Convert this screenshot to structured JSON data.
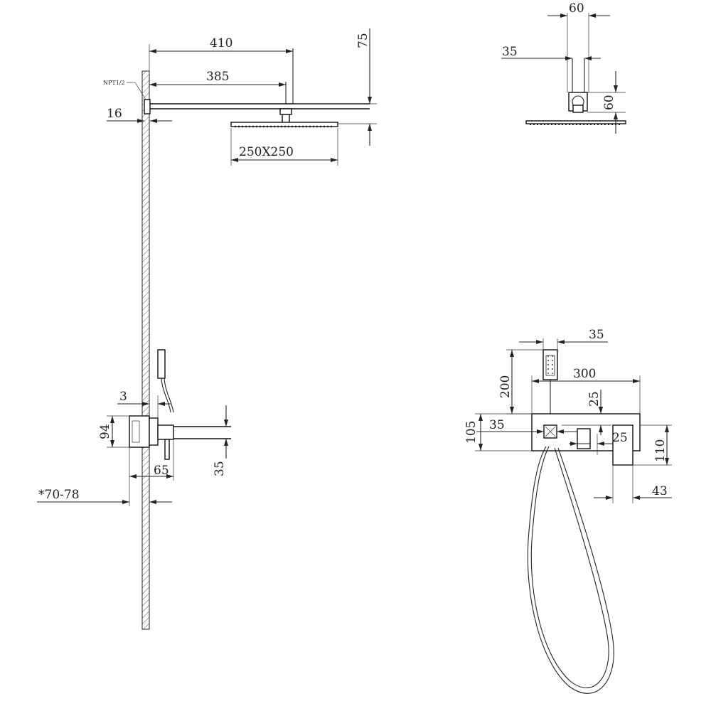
{
  "labels": {
    "arm_length": "410",
    "arm_length_inner": "385",
    "height_top": "75",
    "wall_offset": "16",
    "thread": "NPT1/2",
    "head_size": "250X250",
    "side_width": "60",
    "side_pipe": "35",
    "side_height": "60",
    "wall_gap": "3",
    "valve_height": "94",
    "valve_depth": "65",
    "spout_height": "35",
    "install_depth": "*70-78",
    "handset_width": "35",
    "holder_height": "200",
    "panel_width": "300",
    "panel_top_offset": "25",
    "outlet_width": "35",
    "panel_height": "105",
    "knob_width": "25",
    "right_height": "110",
    "right_depth": "43"
  }
}
